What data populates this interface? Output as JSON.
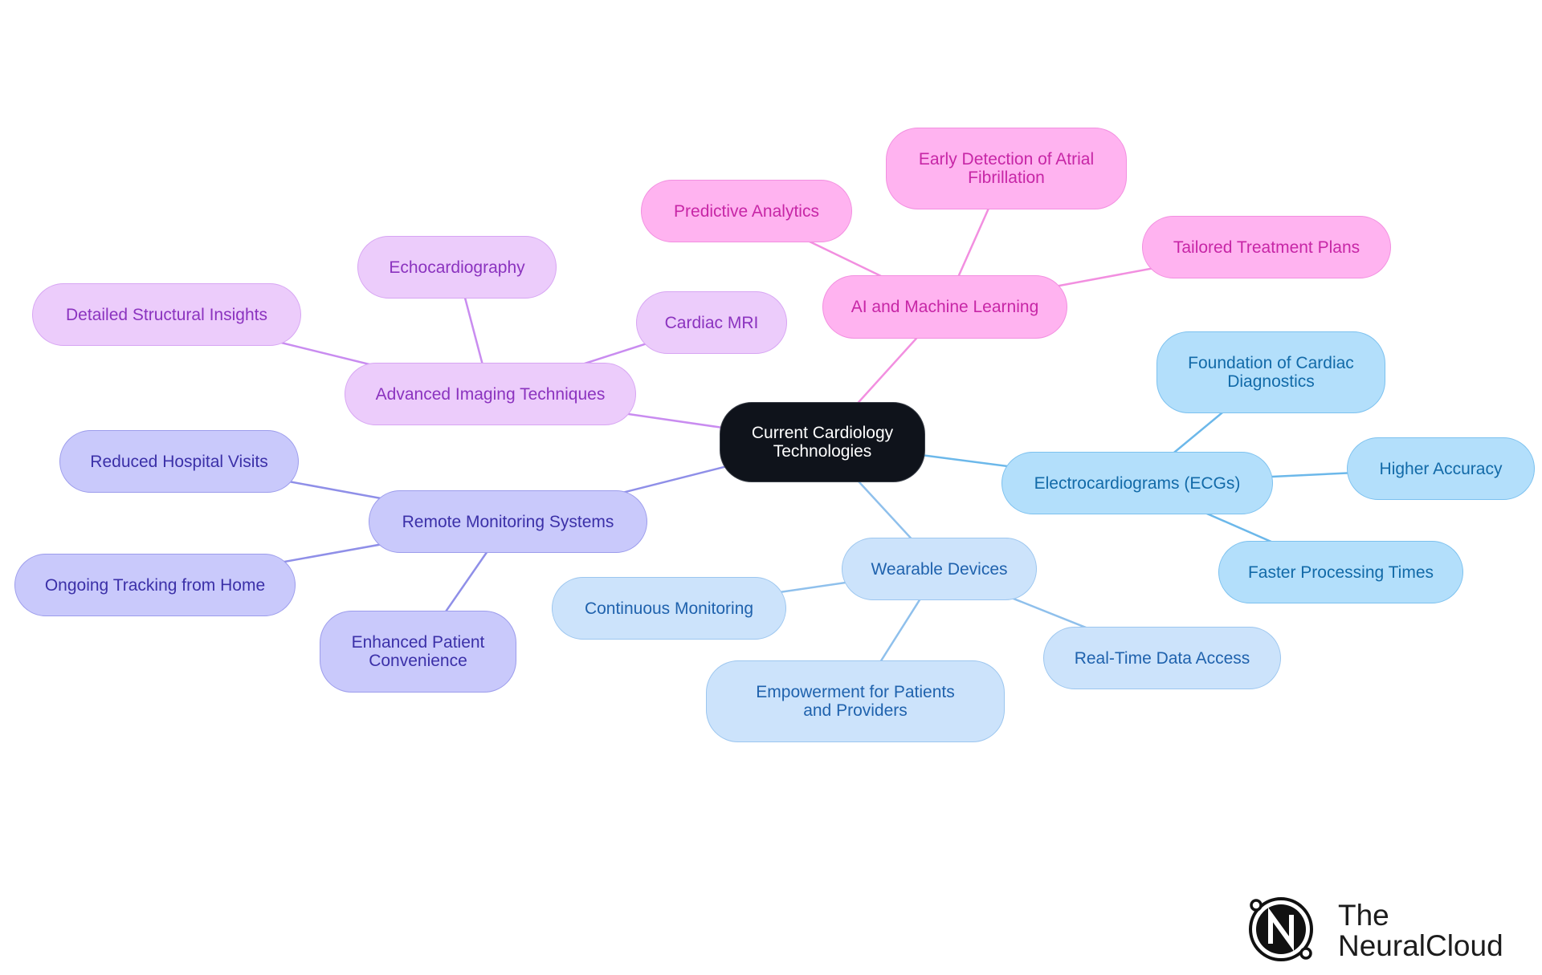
{
  "diagram": {
    "root": {
      "id": "root",
      "label": "Current Cardiology Technologies"
    },
    "branches": [
      {
        "id": "ai",
        "label": "AI and Machine Learning",
        "color": "#f28fe0",
        "children": [
          {
            "id": "ai-pred",
            "label": "Predictive Analytics"
          },
          {
            "id": "ai-afib",
            "label": "Early Detection of Atrial Fibrillation"
          },
          {
            "id": "ai-tail",
            "label": "Tailored Treatment Plans"
          }
        ]
      },
      {
        "id": "img",
        "label": "Advanced Imaging Techniques",
        "color": "#c98cf0",
        "children": [
          {
            "id": "img-echo",
            "label": "Echocardiography"
          },
          {
            "id": "img-det",
            "label": "Detailed Structural Insights"
          },
          {
            "id": "img-mri",
            "label": "Cardiac MRI"
          }
        ]
      },
      {
        "id": "rem",
        "label": "Remote Monitoring Systems",
        "color": "#8f8fe8",
        "children": [
          {
            "id": "rem-red",
            "label": "Reduced Hospital Visits"
          },
          {
            "id": "rem-ong",
            "label": "Ongoing Tracking from Home"
          },
          {
            "id": "rem-enh",
            "label": "Enhanced Patient Convenience"
          }
        ]
      },
      {
        "id": "ecg",
        "label": "Electrocardiograms (ECGs)",
        "color": "#6cb8ea",
        "children": [
          {
            "id": "ecg-found",
            "label": "Foundation of Cardiac Diagnostics"
          },
          {
            "id": "ecg-high",
            "label": "Higher Accuracy"
          },
          {
            "id": "ecg-fast",
            "label": "Faster Processing Times"
          }
        ]
      },
      {
        "id": "wear",
        "label": "Wearable Devices",
        "color": "#8fc0ec",
        "children": [
          {
            "id": "wear-cont",
            "label": "Continuous Monitoring"
          },
          {
            "id": "wear-real",
            "label": "Real-Time Data Access"
          },
          {
            "id": "wear-emp",
            "label": "Empowerment for Patients and Providers"
          }
        ]
      }
    ]
  },
  "logo": {
    "line1": "The",
    "line2": "NeuralCloud",
    "icon": "neuralcloud-n-icon"
  }
}
